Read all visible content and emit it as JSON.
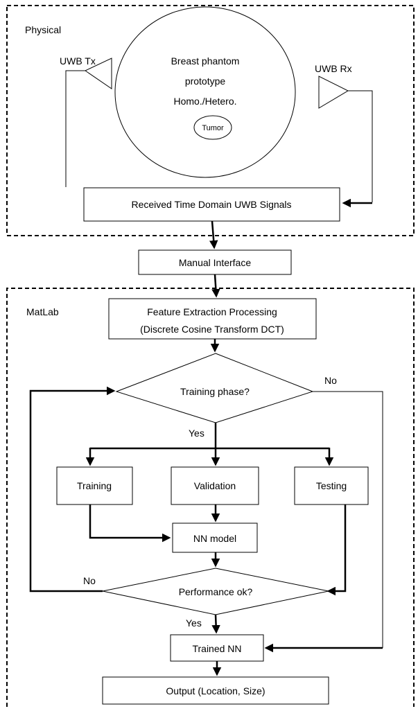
{
  "sections": {
    "physical": "Physical",
    "matlab": "MatLab"
  },
  "antennas": {
    "tx": "UWB Tx",
    "rx": "UWB Rx"
  },
  "phantom": {
    "line1": "Breast phantom",
    "line2": "prototype",
    "line3": "Homo./Hetero.",
    "tumor": "Tumor"
  },
  "boxes": {
    "received": "Received Time Domain UWB Signals",
    "manual": "Manual Interface",
    "feature_line1": "Feature Extraction Processing",
    "feature_line2": "(Discrete Cosine Transform DCT)",
    "training": "Training",
    "validation": "Validation",
    "testing": "Testing",
    "nn_model": "NN model",
    "trained_nn": "Trained NN",
    "output": "Output (Location, Size)"
  },
  "decisions": {
    "training_phase": "Training phase?",
    "performance": "Performance ok?"
  },
  "branch_labels": {
    "training_no": "No",
    "training_yes": "Yes",
    "performance_no": "No",
    "performance_yes": "Yes"
  },
  "colors": {
    "stroke": "#000000",
    "background": "#ffffff"
  }
}
